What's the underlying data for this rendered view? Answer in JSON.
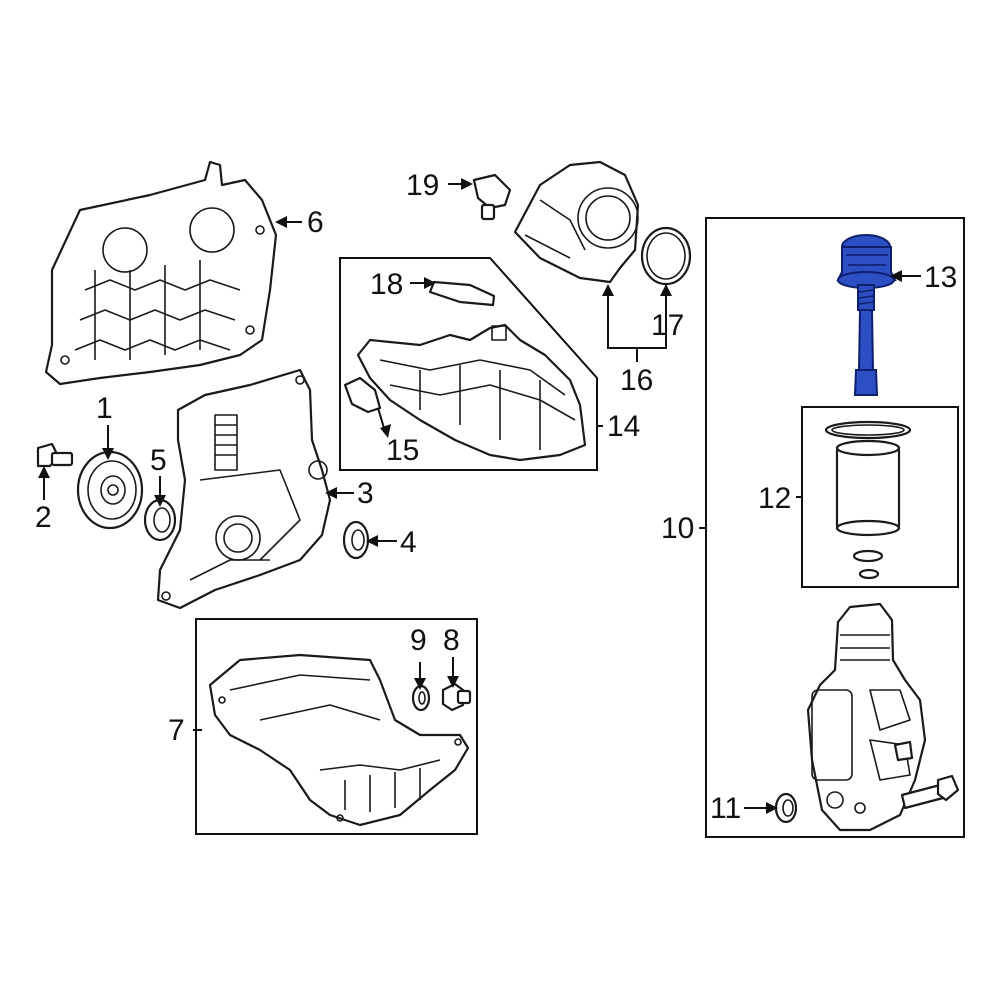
{
  "diagram": {
    "callouts": [
      {
        "id": "1",
        "label": "1"
      },
      {
        "id": "2",
        "label": "2"
      },
      {
        "id": "3",
        "label": "3"
      },
      {
        "id": "4",
        "label": "4"
      },
      {
        "id": "5",
        "label": "5"
      },
      {
        "id": "6",
        "label": "6"
      },
      {
        "id": "7",
        "label": "7"
      },
      {
        "id": "8",
        "label": "8"
      },
      {
        "id": "9",
        "label": "9"
      },
      {
        "id": "10",
        "label": "10"
      },
      {
        "id": "11",
        "label": "11"
      },
      {
        "id": "12",
        "label": "12"
      },
      {
        "id": "13",
        "label": "13"
      },
      {
        "id": "14",
        "label": "14"
      },
      {
        "id": "15",
        "label": "15"
      },
      {
        "id": "16",
        "label": "16"
      },
      {
        "id": "17",
        "label": "17"
      },
      {
        "id": "18",
        "label": "18"
      },
      {
        "id": "19",
        "label": "19"
      }
    ],
    "highlighted_part": "13",
    "colors": {
      "line": "#1a1a1a",
      "highlight": "#2c4fc4",
      "background": "#ffffff"
    }
  }
}
